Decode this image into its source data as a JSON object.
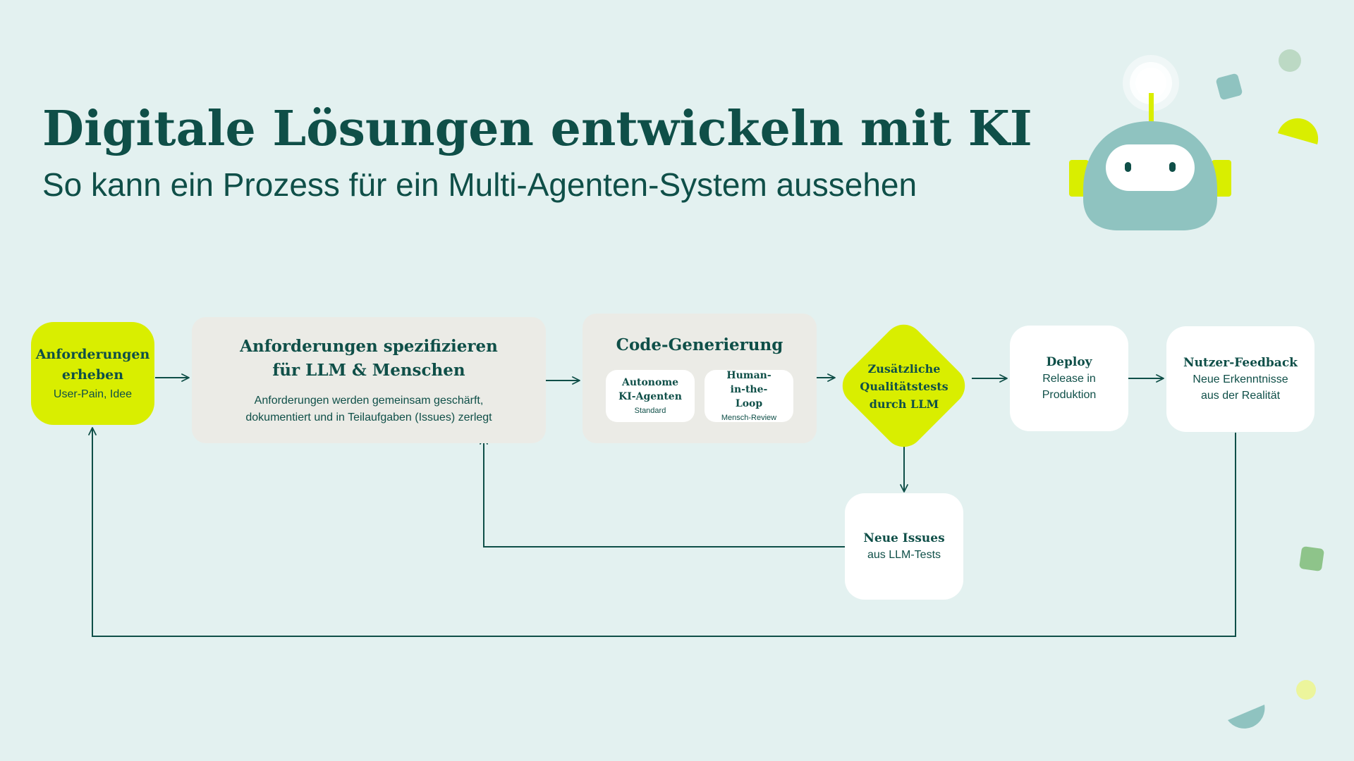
{
  "header": {
    "title": "Digitale Lösungen entwickeln mit KI",
    "subtitle": "So kann ein Prozess für ein Multi-Agenten-System aussehen"
  },
  "nodes": {
    "anforderungen_erheben": {
      "title": "Anforderungen erheben",
      "sub": "User-Pain, Idee"
    },
    "spezifizieren": {
      "title": "Anforderungen spezifizieren für LLM & Menschen",
      "sub": "Anforderungen werden gemeinsam geschärft, dokumentiert und in Teilaufgaben (Issues) zerlegt"
    },
    "code_generierung": {
      "title": "Code-Generierung",
      "cards": [
        {
          "title": "Autonome KI-Agenten",
          "sub": "Standard"
        },
        {
          "title": "Human-in-the-Loop",
          "sub": "Mensch-Review"
        }
      ]
    },
    "qualitaetstests": {
      "title": "Zusätzliche Qualitätstests durch LLM"
    },
    "deploy": {
      "title": "Deploy",
      "sub": "Release in Produktion"
    },
    "nutzer_feedback": {
      "title": "Nutzer-Feedback",
      "sub": "Neue Erkenntnisse aus der Realität"
    },
    "neue_issues": {
      "title": "Neue Issues",
      "sub": "aus LLM-Tests"
    }
  },
  "colors": {
    "background": "#e3f1f0",
    "text": "#0f4f48",
    "accent_lime": "#d9ee00",
    "card_beige": "#ebebe6",
    "card_white": "#ffffff",
    "robot_teal": "#8fc3c0"
  }
}
